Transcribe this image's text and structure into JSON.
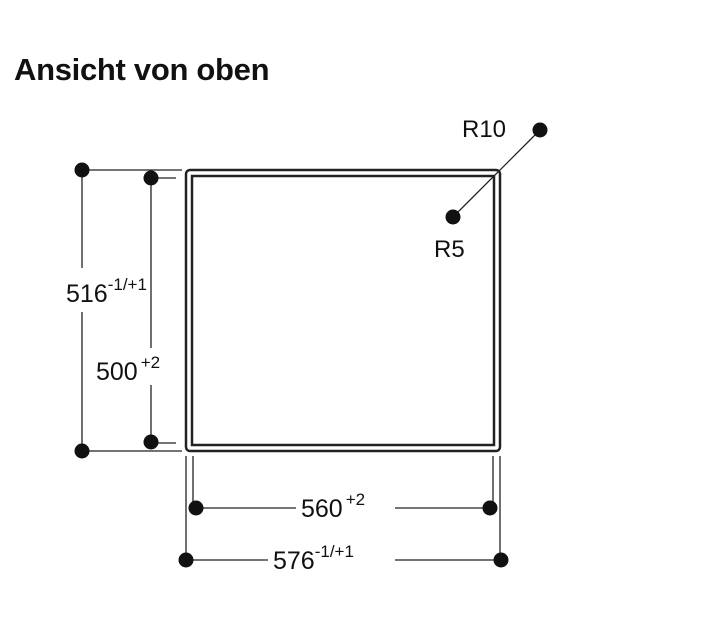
{
  "title": "Ansicht von oben",
  "dimensions": {
    "outer_height": {
      "value": "516",
      "tolerance": "-1/+1"
    },
    "inner_height": {
      "value": "500",
      "tolerance": "+2"
    },
    "inner_width": {
      "value": "560",
      "tolerance": "+2"
    },
    "outer_width": {
      "value": "576",
      "tolerance": "-1/+1"
    },
    "outer_radius": "R10",
    "inner_radius": "R5"
  }
}
